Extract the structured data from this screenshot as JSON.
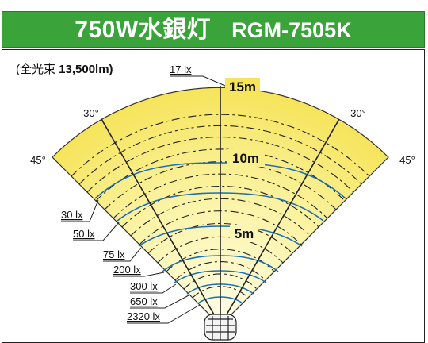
{
  "header": {
    "title": "750W水銀灯",
    "model": "RGM-7505K",
    "colors": {
      "bar": "#3aa33a",
      "text": "#ffffff"
    }
  },
  "flux": {
    "prefix": "(全光束",
    "value": "13,500lm)"
  },
  "diagram": {
    "center_label": "15m",
    "radial_labels": [
      "5m",
      "10m",
      "15m"
    ],
    "angle_labels": {
      "left_30": "30°",
      "right_30": "30°",
      "left_45": "45°",
      "right_45": "45°"
    },
    "illuminance_labels": [
      "17 lx",
      "30 lx",
      "50 lx",
      "75 lx",
      "200 lx",
      "300 lx",
      "650 lx",
      "2320 lx"
    ],
    "colors": {
      "fan_fill": "#fbf3a4",
      "fan_outer": "#f7e96a",
      "iso_line": "#1a6fb5"
    }
  }
}
